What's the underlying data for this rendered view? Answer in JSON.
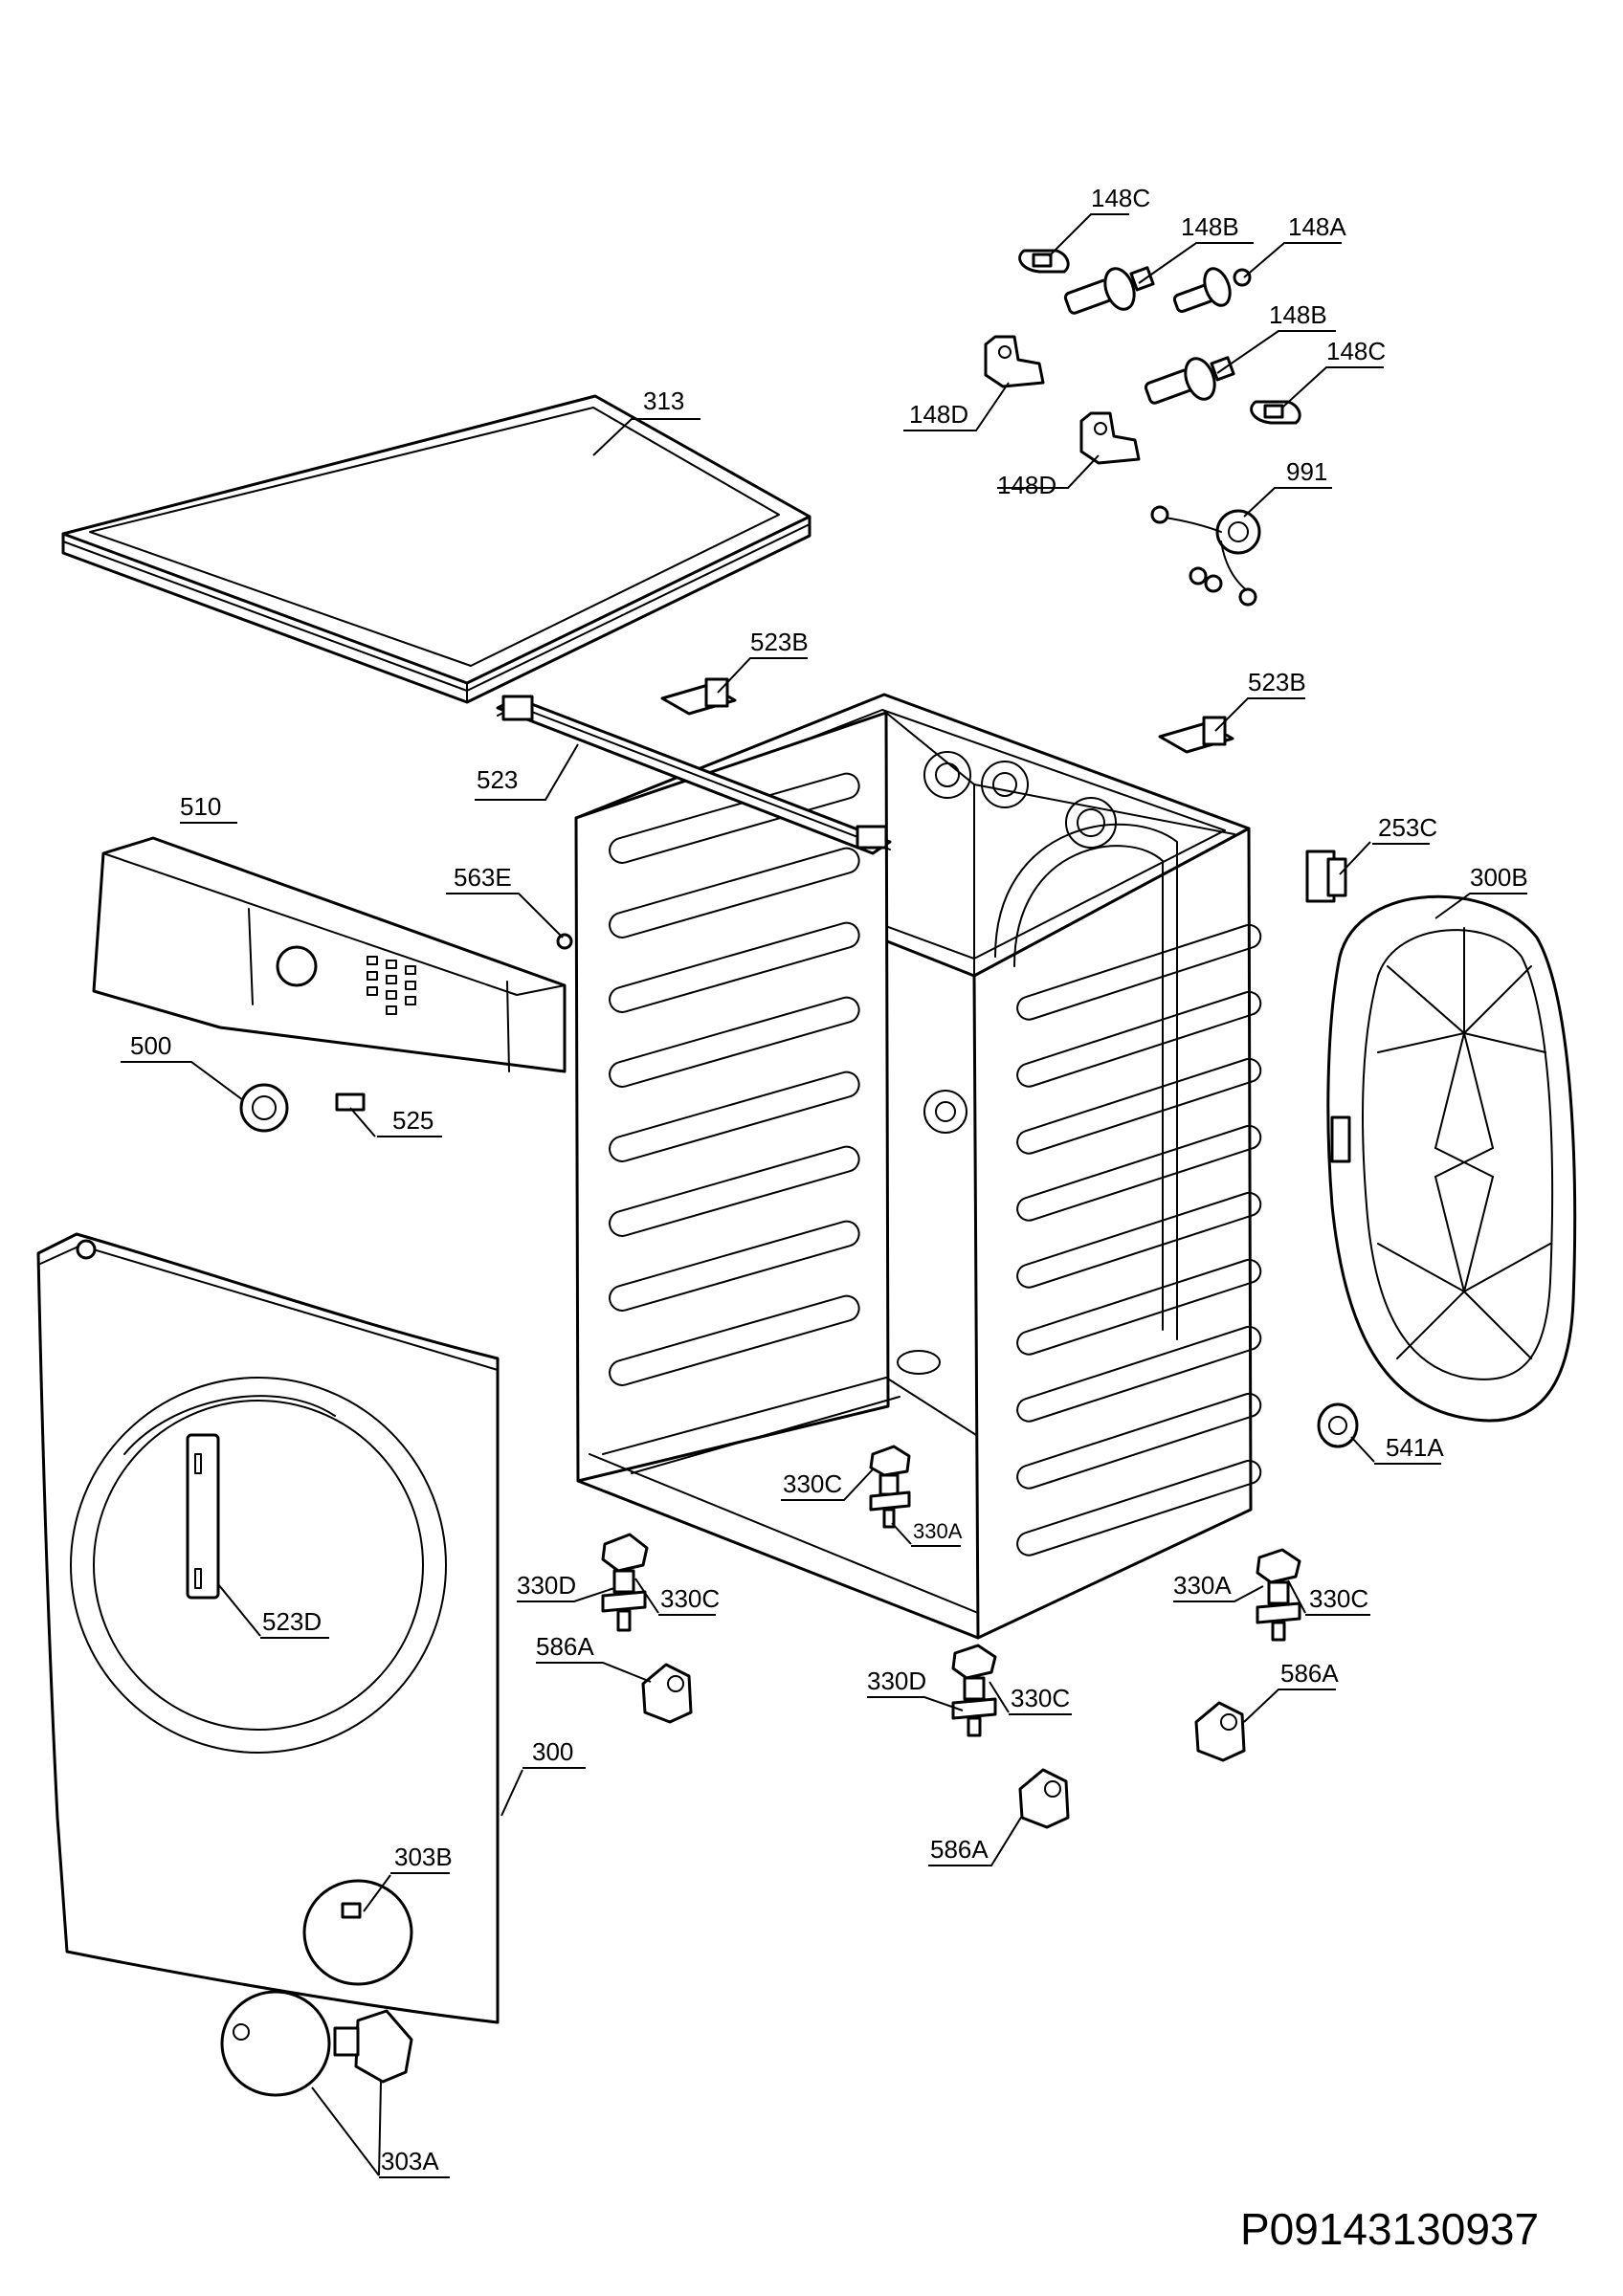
{
  "drawing_code": "P09143130937",
  "labels": {
    "l148C_a": "148C",
    "l148B_a": "148B",
    "l148A": "148A",
    "l148B_b": "148B",
    "l148C_b": "148C",
    "l148D_a": "148D",
    "l148D_b": "148D",
    "l991": "991",
    "l313": "313",
    "l523B_a": "523B",
    "l523B_b": "523B",
    "l523": "523",
    "l510": "510",
    "l563E": "563E",
    "l253C": "253C",
    "l300B": "300B",
    "l500": "500",
    "l525": "525",
    "l541A": "541A",
    "l330C_a": "330C",
    "l330A_a": "330A",
    "l330D_a": "330D",
    "l330C_b": "330C",
    "l330A_b": "330A",
    "l330C_c": "330C",
    "l586A_a": "586A",
    "l523D": "523D",
    "l330D_b": "330D",
    "l330C_d": "330C",
    "l586A_b": "586A",
    "l300": "300",
    "l586A_c": "586A",
    "l303B": "303B",
    "l303A": "303A"
  }
}
